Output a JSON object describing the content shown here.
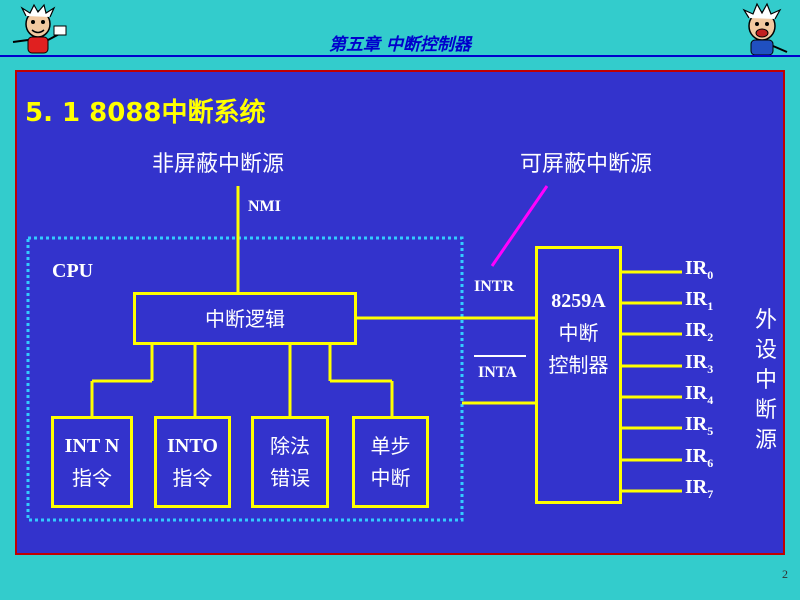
{
  "header": {
    "title": "第五章  中断控制器"
  },
  "section": {
    "title": "5. 1    8088中断系统"
  },
  "labels": {
    "nmi_source": "非屏蔽中断源",
    "maskable_source": "可屏蔽中断源",
    "nmi": "NMI",
    "cpu": "CPU",
    "intr": "INTR",
    "inta": "INTA",
    "peripheral": [
      "外",
      "设",
      "中",
      "断",
      "源"
    ]
  },
  "boxes": {
    "logic": "中断逻辑",
    "pic": [
      "8259A",
      "中断",
      "控制器"
    ],
    "int_n": [
      "INT N",
      "指令"
    ],
    "into": [
      "INTO",
      "指令"
    ],
    "div_err": [
      "除法",
      "错误"
    ],
    "single_step": [
      "单步",
      "中断"
    ]
  },
  "ir_lines": [
    {
      "name": "IR",
      "sub": "0"
    },
    {
      "name": "IR",
      "sub": "1"
    },
    {
      "name": "IR",
      "sub": "2"
    },
    {
      "name": "IR",
      "sub": "3"
    },
    {
      "name": "IR",
      "sub": "4"
    },
    {
      "name": "IR",
      "sub": "5"
    },
    {
      "name": "IR",
      "sub": "6"
    },
    {
      "name": "IR",
      "sub": "7"
    }
  ],
  "page_number": "2",
  "colors": {
    "background": "#33CCCC",
    "panel": "#3333CC",
    "panel_border": "#C00000",
    "line": "#FFFF00",
    "cpu_border": "#33CCFF",
    "arrow": "#FF00FF",
    "header_text": "#0000CC"
  },
  "icons": {
    "left_mascot": "cartoon-figure-icon",
    "right_mascot": "cartoon-figure-icon"
  }
}
